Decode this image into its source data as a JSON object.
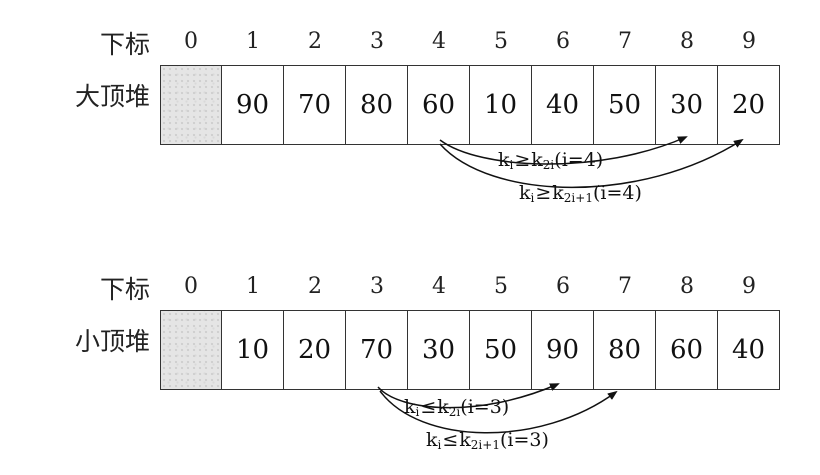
{
  "max_heap": {
    "index_label": "下标",
    "name_label": "大顶堆",
    "indices": [
      "0",
      "1",
      "2",
      "3",
      "4",
      "5",
      "6",
      "7",
      "8",
      "9"
    ],
    "values": [
      "",
      "90",
      "70",
      "80",
      "60",
      "10",
      "40",
      "50",
      "30",
      "20"
    ],
    "relation_1": {
      "k": "k",
      "i_sub": "i",
      "symbol": "≥",
      "k2": "k",
      "sub": "2i",
      "cond": "(i=4)"
    },
    "relation_2": {
      "k": "k",
      "i_sub": "i",
      "symbol": "≥",
      "k2": "k",
      "sub": "2i+1",
      "cond": "(i=4)"
    }
  },
  "min_heap": {
    "index_label": "下标",
    "name_label": "小顶堆",
    "indices": [
      "0",
      "1",
      "2",
      "3",
      "4",
      "5",
      "6",
      "7",
      "8",
      "9"
    ],
    "values": [
      "",
      "10",
      "20",
      "70",
      "30",
      "50",
      "90",
      "80",
      "60",
      "40"
    ],
    "relation_1": {
      "k": "k",
      "i_sub": "i",
      "symbol": "≤",
      "k2": "k",
      "sub": "2i",
      "cond": "(i=3)"
    },
    "relation_2": {
      "k": "k",
      "i_sub": "i",
      "symbol": "≤",
      "k2": "k",
      "sub": "2i+1",
      "cond": "(i=3)"
    }
  }
}
